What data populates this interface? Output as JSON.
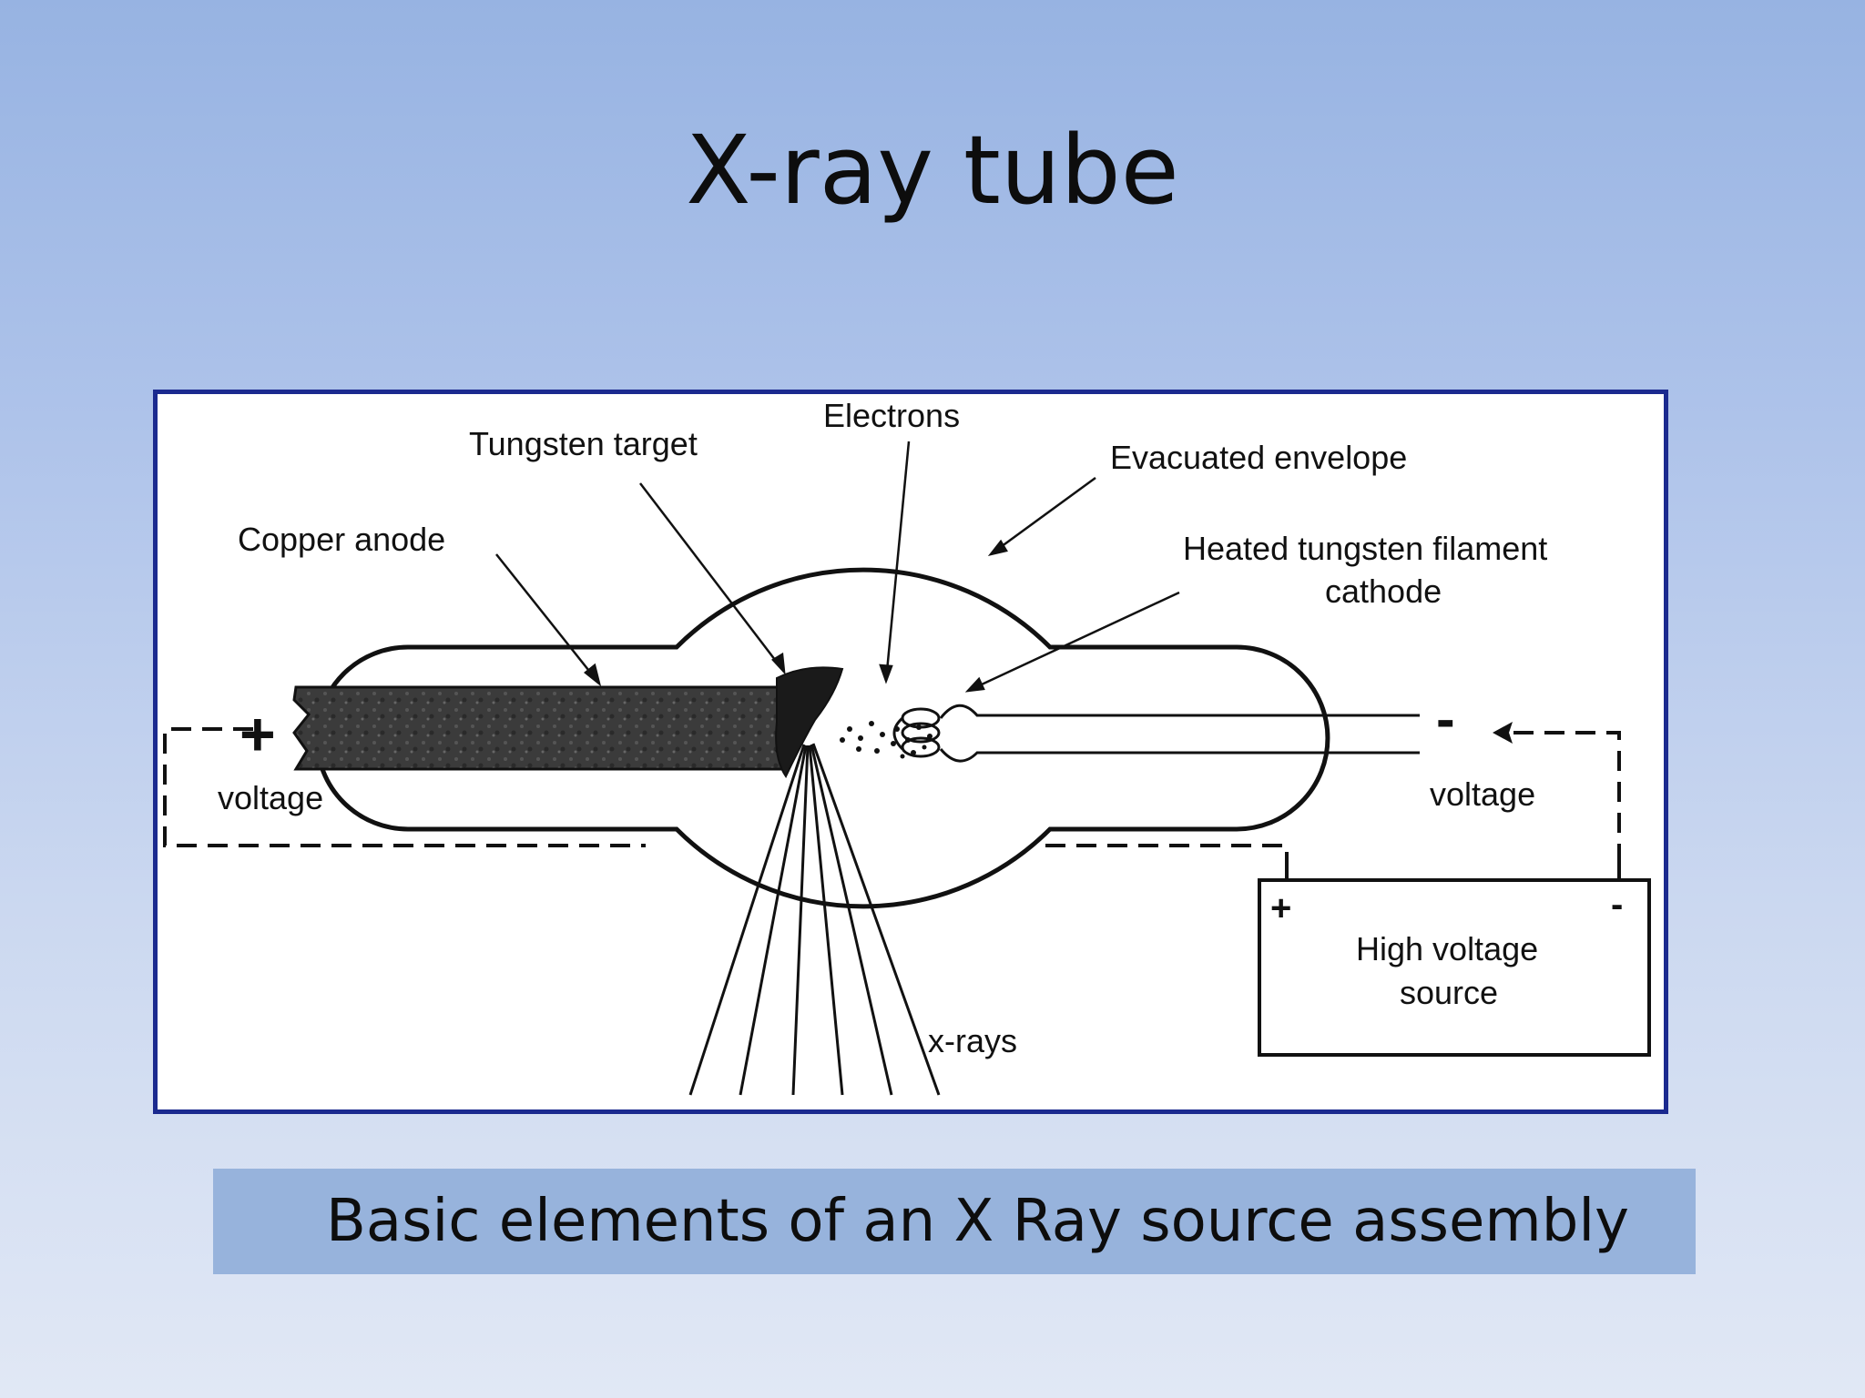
{
  "slide": {
    "title": "X-ray tube",
    "caption": "Basic elements of an X Ray source assembly"
  },
  "diagram": {
    "labels": {
      "tungsten_target": "Tungsten target",
      "electrons": "Electrons",
      "evacuated_envelope": "Evacuated envelope",
      "copper_anode": "Copper anode",
      "heated_filament_line1": "Heated tungsten filament",
      "heated_filament_line2": "cathode",
      "plus_sign": "+",
      "minus_sign": "-",
      "voltage_left": "voltage",
      "voltage_right": "voltage",
      "source_plus": "+",
      "source_minus": "-",
      "hv_source_line1": "High voltage",
      "hv_source_line2": "source",
      "xrays": "x-rays"
    }
  },
  "colors": {
    "frame_border": "#1b2a8f",
    "caption_background": "#97b3dc",
    "anode_fill": "#3b3b3b"
  }
}
